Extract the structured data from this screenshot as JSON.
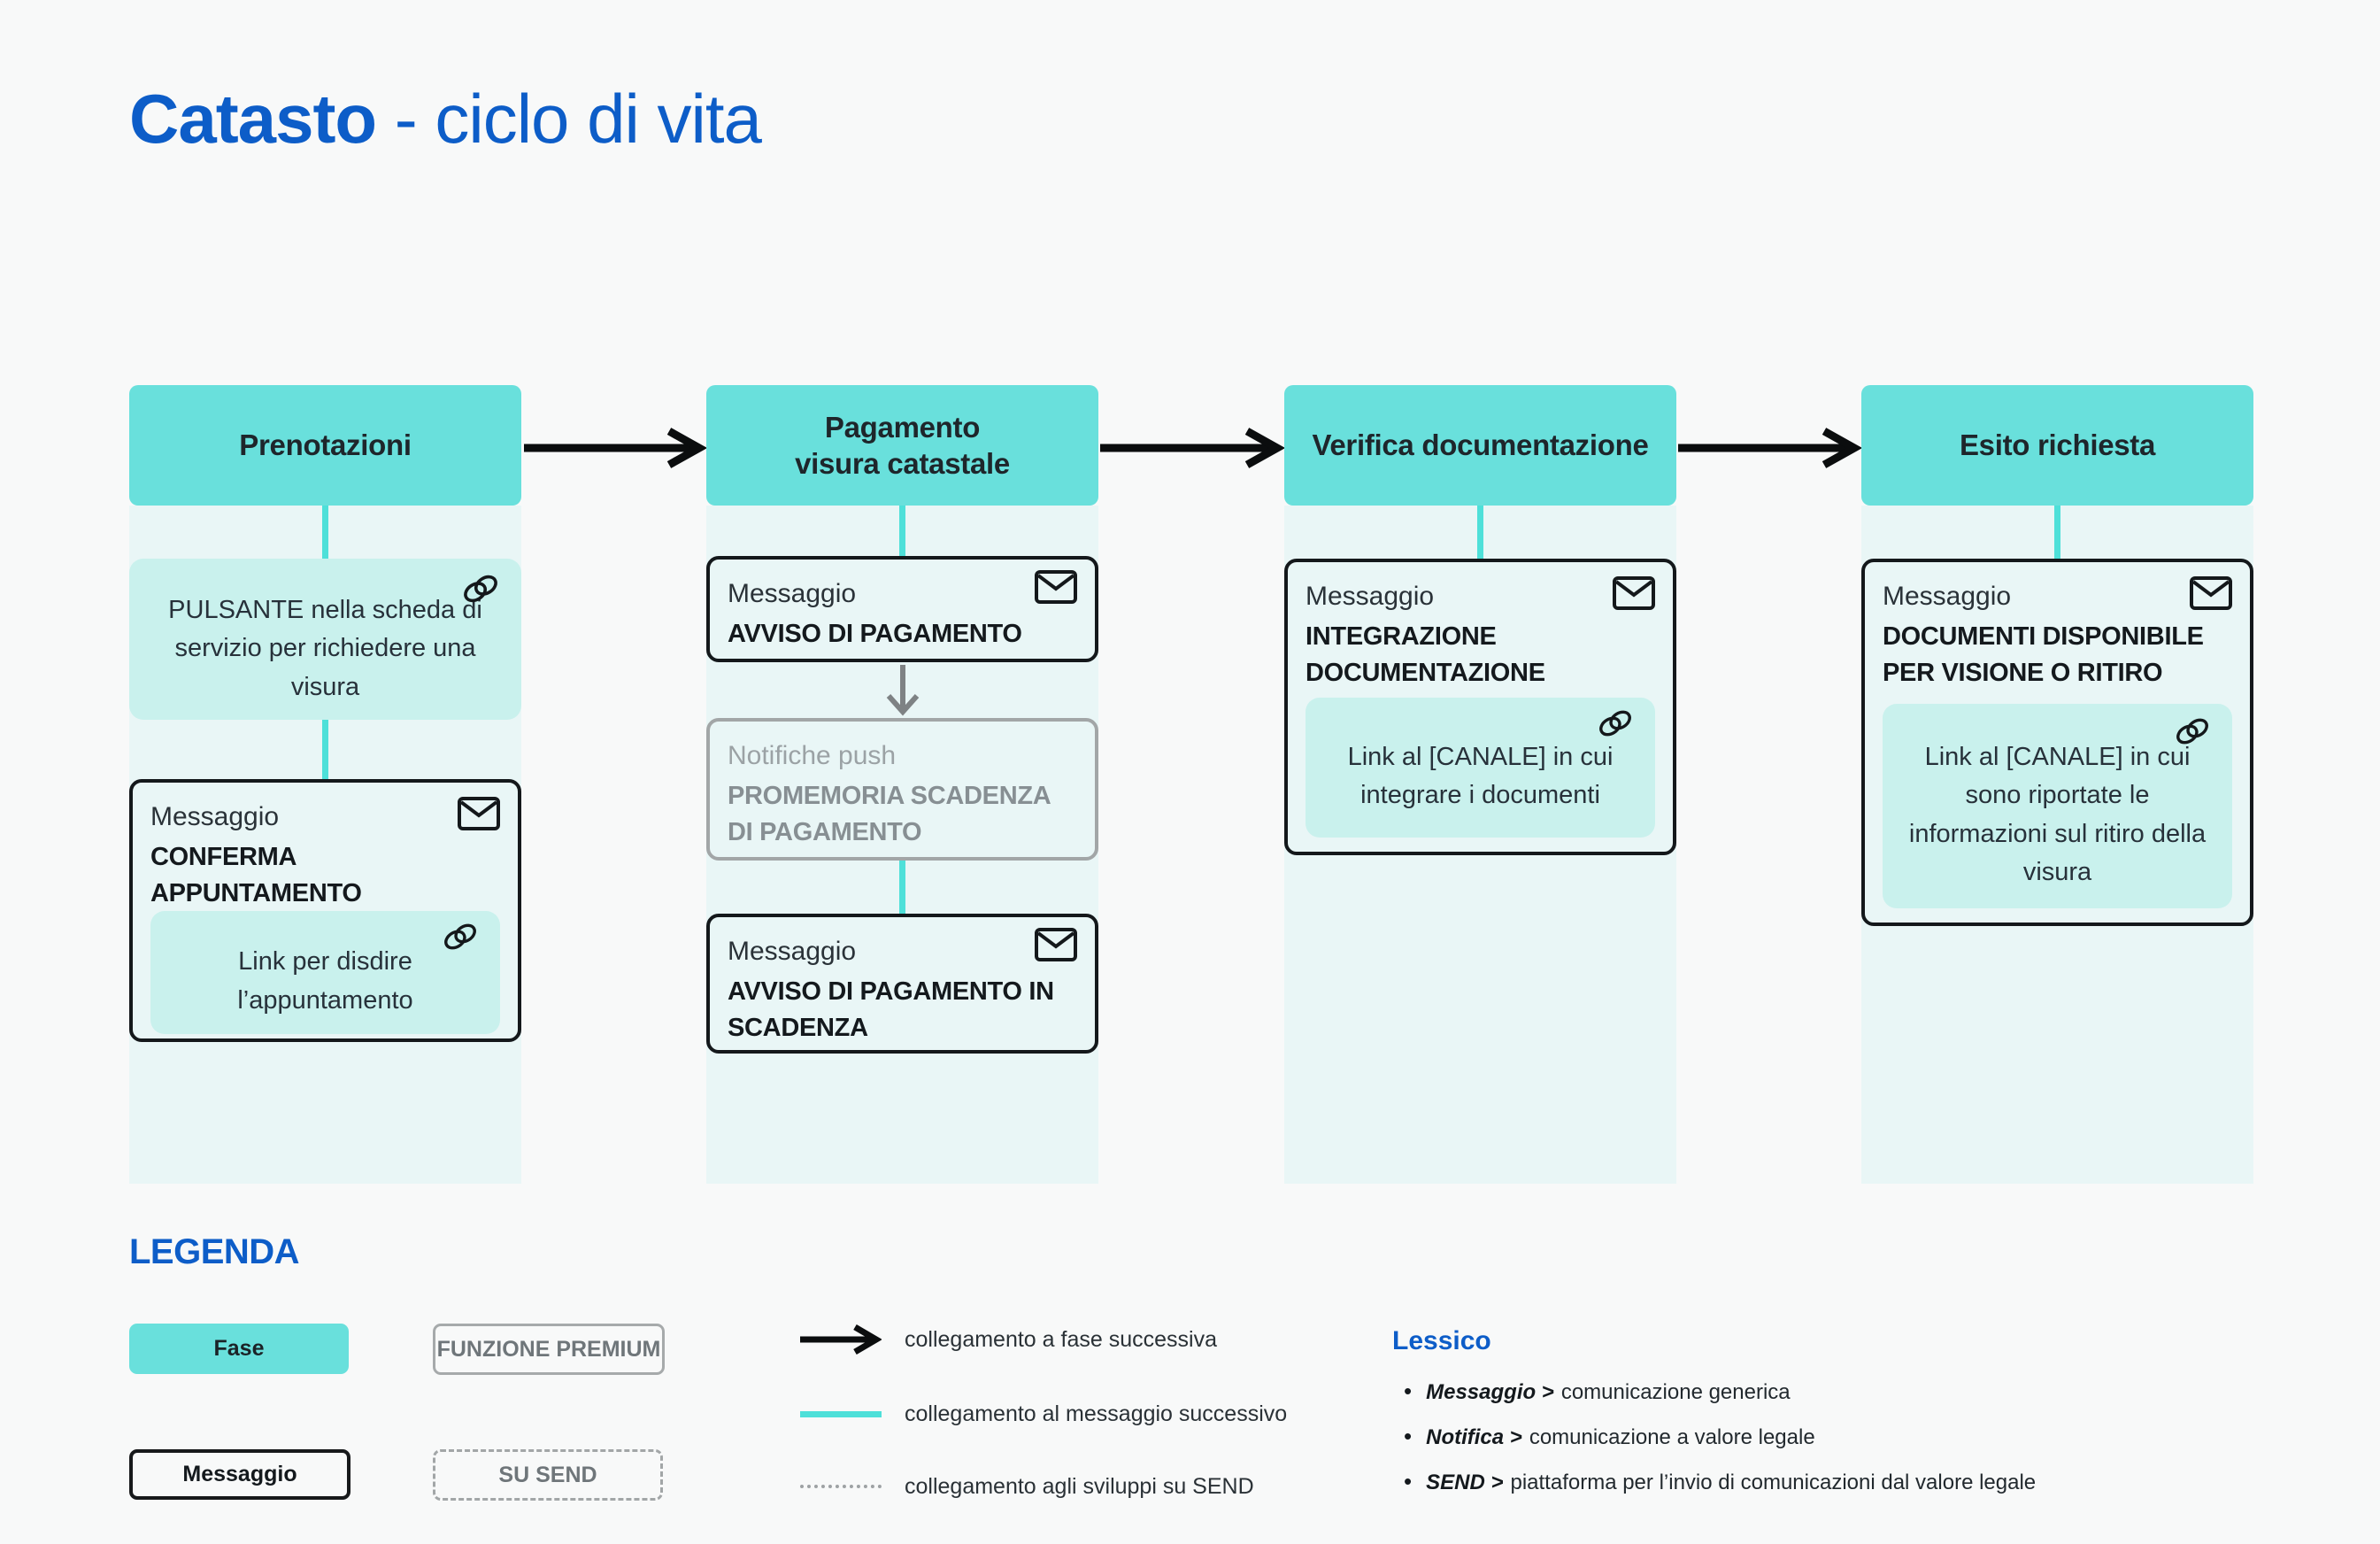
{
  "title": {
    "brand": "Catasto",
    "rest": "- ciclo di vita"
  },
  "colors": {
    "page_bg": "#F8F9F9",
    "phase_teal": "#69E0DC",
    "column_bg": "#E9F6F6",
    "tint_box": "#C9F1ED",
    "connector": "#4EE0D9",
    "ink": "#14181B",
    "blue": "#0D5DC8",
    "gray_border": "#A6AAAB",
    "gray_text": "#6F767A",
    "push_label": "#9BA2A5",
    "push_title": "#878F93",
    "arrow_gray": "#7E8284"
  },
  "phases": [
    {
      "title": "Prenotazioni",
      "action_box": {
        "icon": "link-icon",
        "text": "PULSANTE nella scheda di servizio per richiedere una visura"
      },
      "message": {
        "icon": "mail-icon",
        "label": "Messaggio",
        "title": "CONFERMA APPUNTAMENTO",
        "link_box": {
          "icon": "link-icon",
          "text": "Link per disdire l’appuntamento"
        }
      }
    },
    {
      "title_line1": "Pagamento",
      "title_line2": "visura catastale",
      "message1": {
        "icon": "mail-icon",
        "label": "Messaggio",
        "title": "AVVISO DI PAGAMENTO"
      },
      "push_box": {
        "label": "Notifiche push",
        "title": "PROMEMORIA SCADENZA DI PAGAMENTO"
      },
      "message2": {
        "icon": "mail-icon",
        "label": "Messaggio",
        "title": "AVVISO DI PAGAMENTO IN SCADENZA"
      }
    },
    {
      "title": "Verifica documentazione",
      "message": {
        "icon": "mail-icon",
        "label": "Messaggio",
        "title": "INTEGRAZIONE DOCUMENTAZIONE",
        "link_box": {
          "icon": "link-icon",
          "text": "Link al [CANALE] in cui integrare i documenti"
        }
      }
    },
    {
      "title": "Esito richiesta",
      "message": {
        "icon": "mail-icon",
        "label": "Messaggio",
        "title": "DOCUMENTI DISPONIBILE PER VISIONE O RITIRO",
        "link_box": {
          "icon": "link-icon",
          "text": "Link al [CANALE] in cui sono riportate le informazioni sul ritiro della visura"
        }
      }
    }
  ],
  "legend": {
    "heading": "LEGENDA",
    "fase": "Fase",
    "funzione_premium": "FUNZIONE PREMIUM",
    "messaggio": "Messaggio",
    "su_send": "SU SEND",
    "arrow_black": "collegamento a fase successiva",
    "line_teal": "collegamento al messaggio successivo",
    "line_dotted": "collegamento agli sviluppi su SEND"
  },
  "lessico": {
    "heading": "Lessico",
    "bullet": "•",
    "items": [
      {
        "term": "Messaggio >",
        "definition": "comunicazione generica"
      },
      {
        "term": "Notifica >",
        "definition": "comunicazione a valore legale"
      },
      {
        "term": "SEND >",
        "definition": "piattaforma per  l’invio di comunicazioni dal valore legale"
      }
    ]
  }
}
